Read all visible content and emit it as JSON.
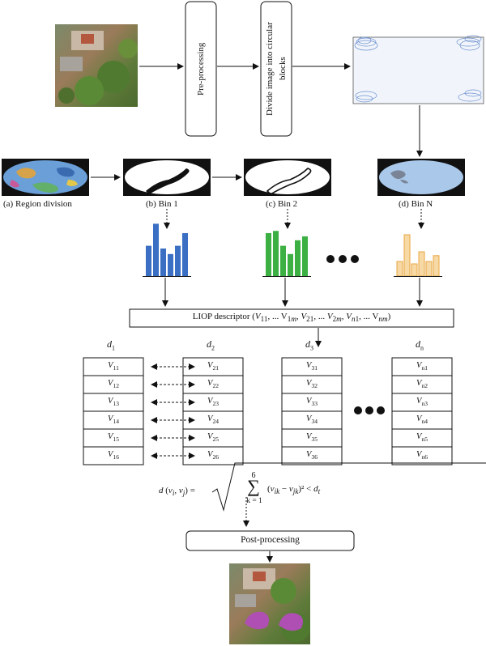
{
  "steps": {
    "preprocessing": "Pre-processing",
    "divide_line1": "Divide image into circular",
    "divide_line2": "blocks",
    "liop_prefix": "LIOP descriptor",
    "postprocessing": "Post-processing"
  },
  "regions": {
    "a": "(a) Region division",
    "b": "(b) Bin 1",
    "c": "(c) Bin 2",
    "d": "(d) Bin N"
  },
  "columns": [
    {
      "label_var": "d",
      "label_sub": "1",
      "cells": [
        [
          "V",
          "11"
        ],
        [
          "V",
          "12"
        ],
        [
          "V",
          "13"
        ],
        [
          "V",
          "14"
        ],
        [
          "V",
          "15"
        ],
        [
          "V",
          "16"
        ]
      ]
    },
    {
      "label_var": "d",
      "label_sub": "2",
      "cells": [
        [
          "V",
          "21"
        ],
        [
          "V",
          "22"
        ],
        [
          "V",
          "23"
        ],
        [
          "V",
          "24"
        ],
        [
          "V",
          "25"
        ],
        [
          "V",
          "26"
        ]
      ]
    },
    {
      "label_var": "d",
      "label_sub": "3",
      "cells": [
        [
          "V",
          "31"
        ],
        [
          "V",
          "32"
        ],
        [
          "V",
          "33"
        ],
        [
          "V",
          "34"
        ],
        [
          "V",
          "35"
        ],
        [
          "V",
          "36"
        ]
      ]
    },
    {
      "label_var": "d",
      "label_sub": "n",
      "cells": [
        [
          "V",
          "n1"
        ],
        [
          "V",
          "n2"
        ],
        [
          "V",
          "n3"
        ],
        [
          "V",
          "n4"
        ],
        [
          "V",
          "n5"
        ],
        [
          "V",
          "n6"
        ]
      ]
    }
  ],
  "formula": {
    "lhs": "d (v_i, v_j) =",
    "sum_top": "6",
    "sum_bottom": "k = 1",
    "body": "(v_ik − v_jk)² < d_t"
  },
  "colors": {
    "bin1_bars": "#3a6fc4",
    "bin2_bars": "#3cb043",
    "binN_bars": "#f7d9a6",
    "binN_stroke": "#e9a640",
    "highlight": "#b04fb3",
    "binN_disk": "#a9c8ea"
  },
  "histograms": {
    "bin1": [
      0.55,
      0.95,
      0.5,
      0.4,
      0.55,
      0.78
    ],
    "bin2": [
      0.78,
      0.82,
      0.55,
      0.4,
      0.65,
      0.72
    ],
    "binN": [
      0.3,
      0.85,
      0.25,
      0.5,
      0.3,
      0.42
    ]
  }
}
